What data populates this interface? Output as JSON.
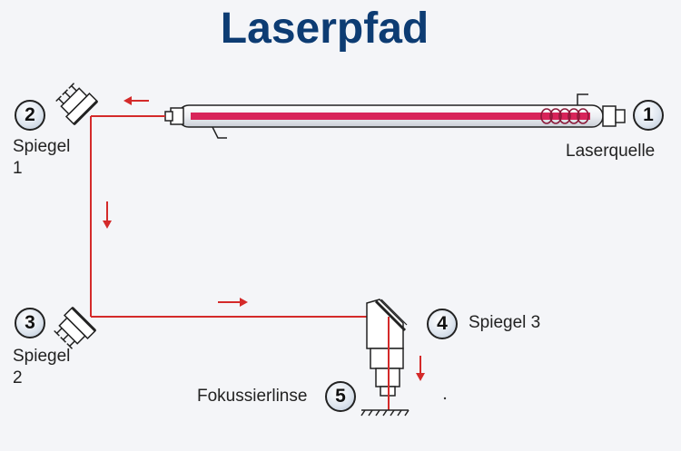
{
  "title": "Laserpfad",
  "components": [
    {
      "number": "1",
      "label": "Laserquelle"
    },
    {
      "number": "2",
      "label_line1": "Spiegel",
      "label_line2": "1"
    },
    {
      "number": "3",
      "label_line1": "Spiegel",
      "label_line2": "2"
    },
    {
      "number": "4",
      "label": "Spiegel 3"
    },
    {
      "number": "5",
      "label": "Fokussierlinse"
    }
  ],
  "colors": {
    "title": "#0d3c73",
    "beam": "#d42a2a",
    "tube_core": "#d8245a"
  },
  "icons": [
    "laser-tube-icon",
    "mirror-mount-icon",
    "laser-head-icon",
    "beam-direction-arrow-icon",
    "workpiece-ground-icon"
  ]
}
